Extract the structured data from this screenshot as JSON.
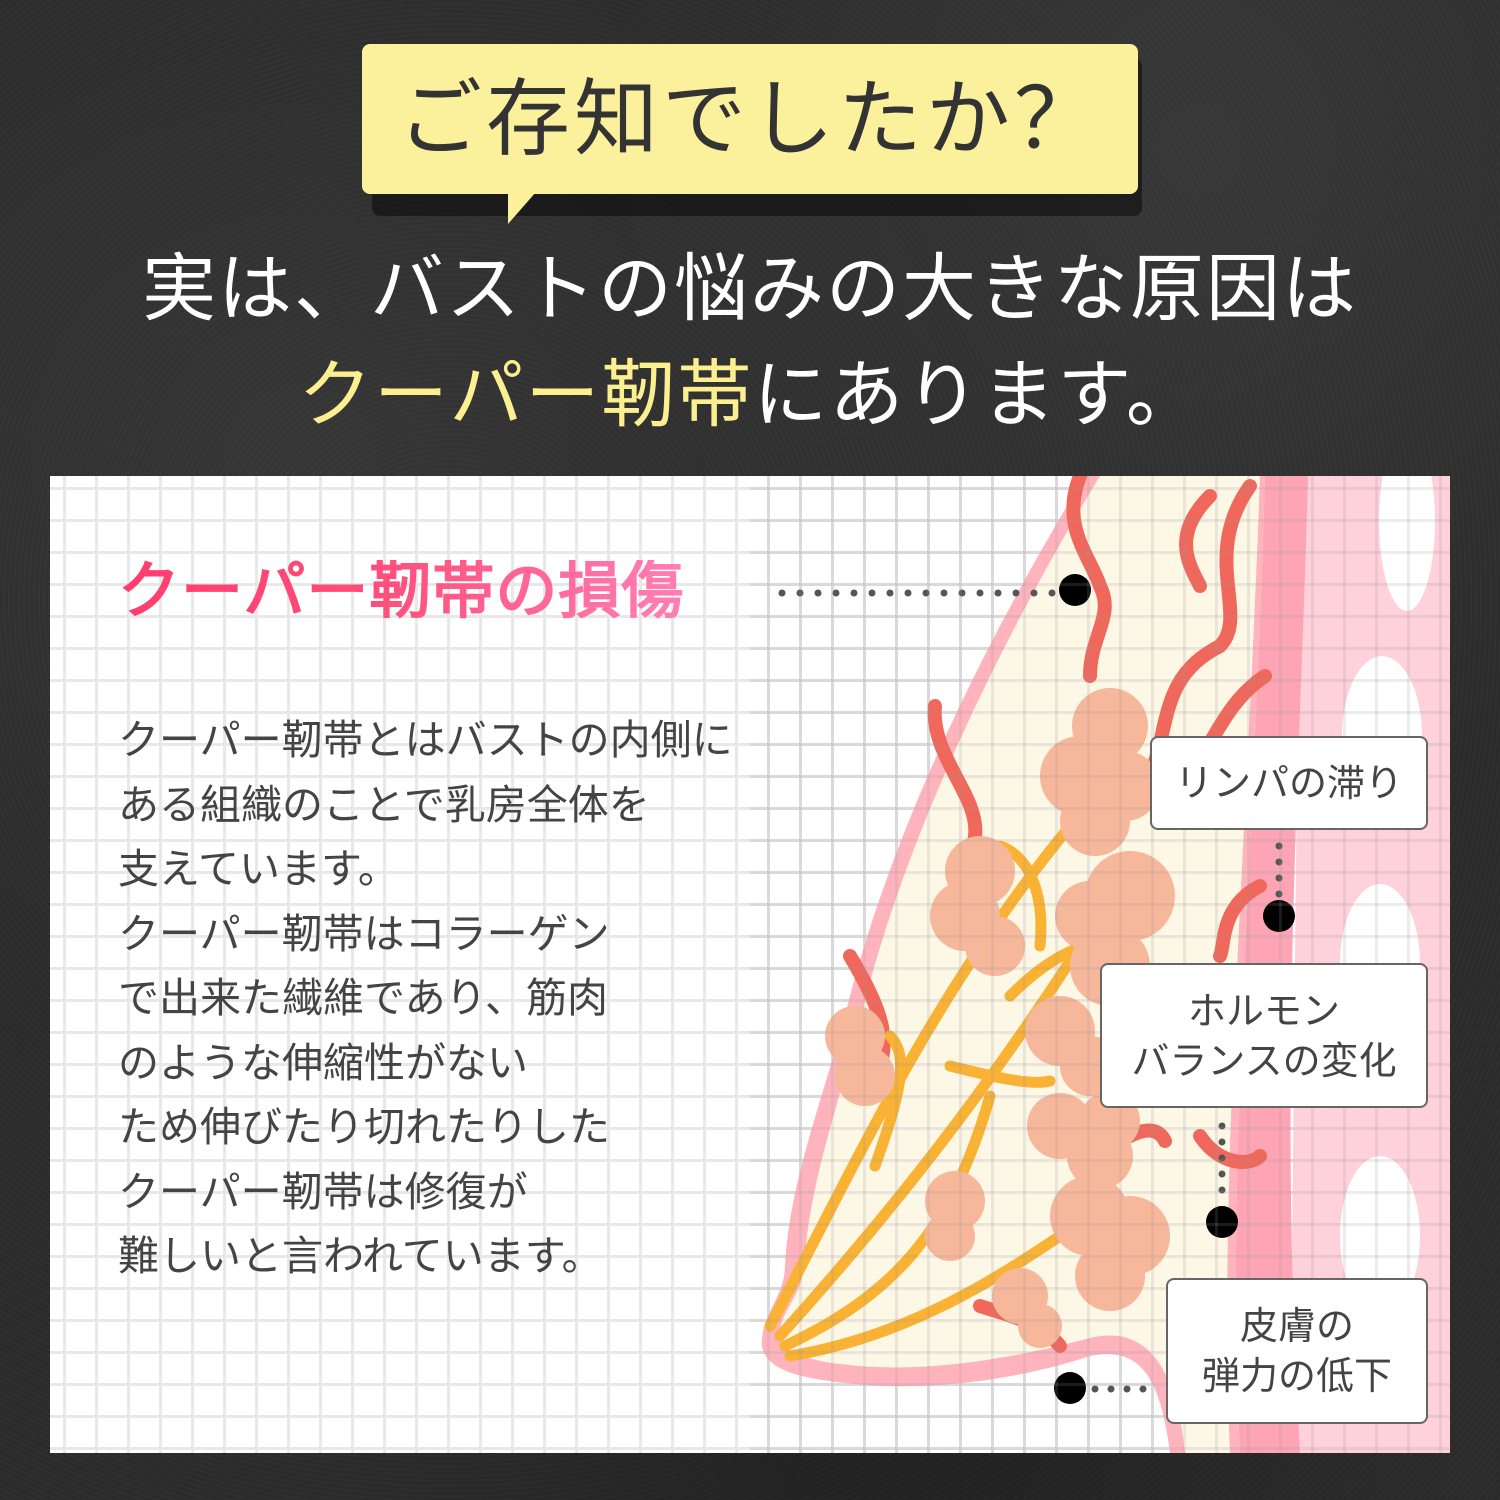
{
  "callout": {
    "question": "ご存知でしたか？",
    "bubble_color": "#fbf09b"
  },
  "headline": {
    "line1": "実は、バストの悩みの大きな原因は",
    "line2_highlight": "クーパー靭帯",
    "line2_rest": "にあります。",
    "highlight_color": "#fcef8f",
    "text_color": "#ffffff"
  },
  "panel": {
    "title": "クーパー靭帯の損傷",
    "title_gradient": [
      "#ff3d6e",
      "#ff7fb4"
    ],
    "body_lines": [
      "クーパー靭帯とはバストの内側に",
      "ある組織のことで乳房全体を",
      "支えています。",
      "クーパー靭帯はコラーゲン",
      "で出来た繊維であり、筋肉",
      "のような伸縮性がない",
      "ため伸びたり切れたりした",
      "クーパー靭帯は修復が",
      "難しいと言われています。"
    ]
  },
  "diagram": {
    "labels": {
      "lymph": "リンパの滞り",
      "hormone_line1": "ホルモン",
      "hormone_line2": "バランスの変化",
      "skin_line1": "皮膚の",
      "skin_line2": "弾力の低下"
    },
    "colors": {
      "skin_outline": "#ffb3bd",
      "tissue_fill": "#fdf7e6",
      "ligament": "#f0685c",
      "duct": "#f9b233",
      "lobule": "#f6b79b",
      "chest_wall_dark": "#fea5b5",
      "chest_wall_light": "#ffd1da",
      "marker": "#000000"
    }
  }
}
